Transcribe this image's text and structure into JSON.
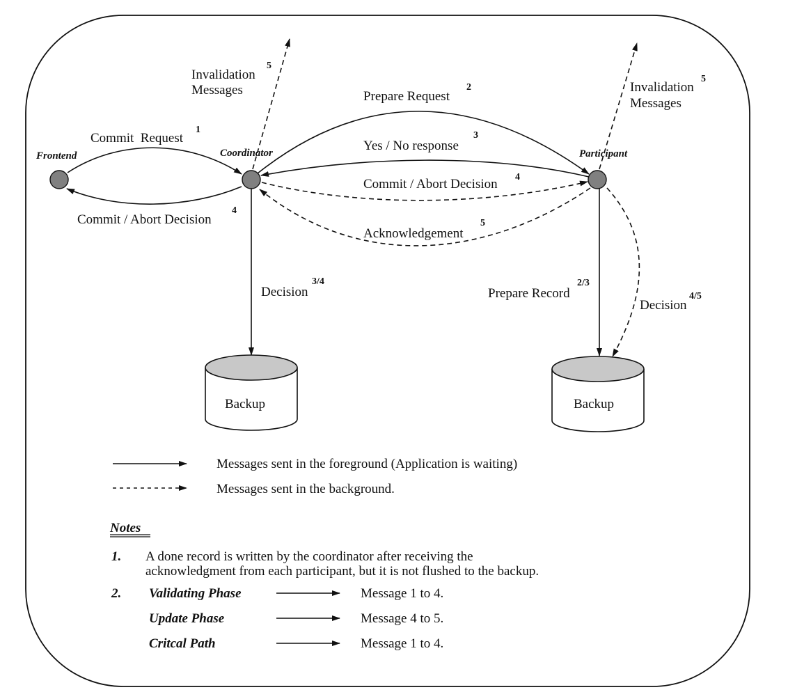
{
  "nodes": {
    "frontend": "Frontend",
    "coordinator": "Coordinator",
    "participant": "Participant"
  },
  "colors": {
    "node_fill": "#808080",
    "db_top_fill": "#c8c8c8",
    "stroke": "#111111"
  },
  "messages": {
    "commit_request": {
      "label": "Commit  Request",
      "num": "1"
    },
    "commit_abort_frontend": {
      "label": "Commit / Abort Decision",
      "num": "4"
    },
    "invalidation_coord": {
      "line1": "Invalidation",
      "line2": "Messages",
      "num": "5"
    },
    "invalidation_part": {
      "line1": "Invalidation",
      "line2": "Messages",
      "num": "5"
    },
    "prepare_request": {
      "label": "Prepare Request",
      "num": "2"
    },
    "yes_no": {
      "label": "Yes / No response",
      "num": "3"
    },
    "commit_abort_part": {
      "label": "Commit / Abort Decision",
      "num": "4"
    },
    "acknowledgement": {
      "label": "Acknowledgement",
      "num": "5"
    },
    "coord_decision": {
      "label": "Decision",
      "num": "3/4"
    },
    "prepare_record": {
      "label": "Prepare Record",
      "num": "2/3"
    },
    "part_decision": {
      "label": "Decision",
      "num": "4/5"
    }
  },
  "databases": {
    "coord_backup": "Backup",
    "part_backup": "Backup"
  },
  "legend": {
    "foreground": "Messages sent in the foreground (Application is waiting)",
    "background": "Messages sent in the background."
  },
  "notes": {
    "title": "Notes",
    "n1_num": "1.",
    "n1_line1": "A done record is written by the coordinator after receiving the",
    "n1_line2": "acknowledgment from each participant, but it is not flushed to the backup.",
    "n2_num": "2.",
    "phases": [
      {
        "name": "Validating Phase",
        "value": "Message 1 to 4."
      },
      {
        "name": "Update Phase",
        "value": "Message 4 to 5."
      },
      {
        "name": "Critcal Path",
        "value": "Message 1 to 4."
      }
    ]
  }
}
